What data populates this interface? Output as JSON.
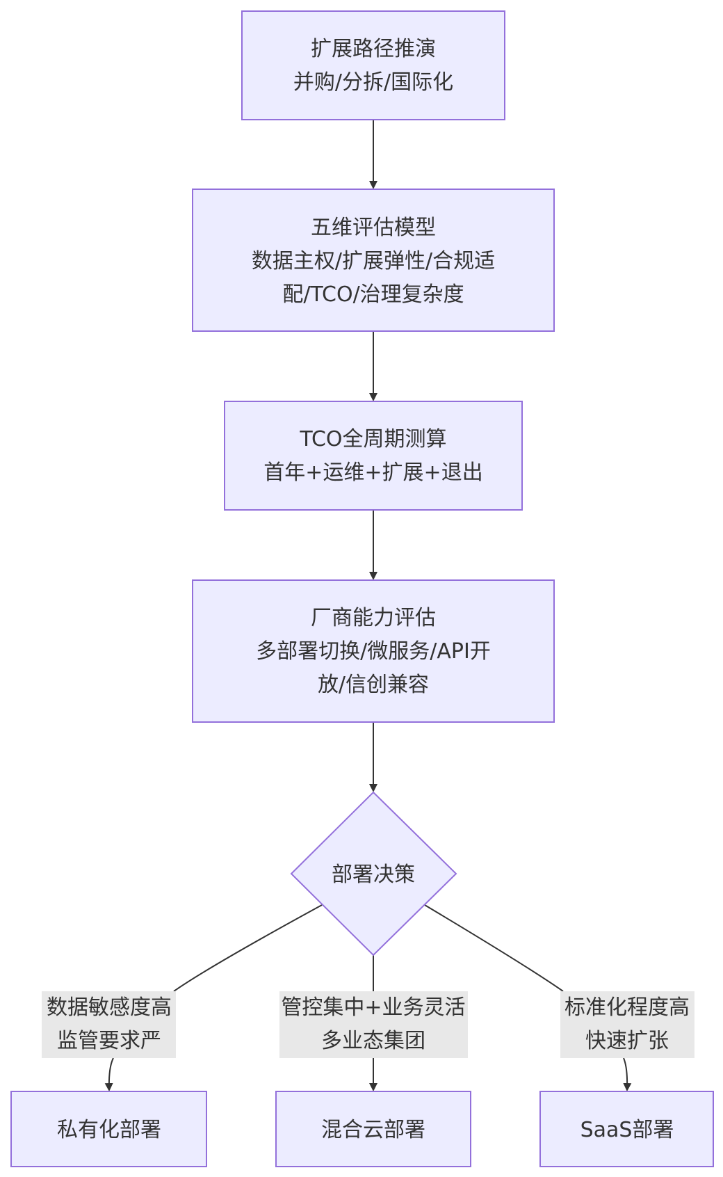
{
  "nodes": {
    "n1": [
      "扩展路径推演",
      "并购/分拆/国际化"
    ],
    "n2": [
      "五维评估模型",
      "数据主权/扩展弹性/合规适",
      "配/TCO/治理复杂度"
    ],
    "n3": [
      "TCO全周期测算",
      "首年+运维+扩展+退出"
    ],
    "n4": [
      "厂商能力评估",
      "多部署切换/微服务/API开",
      "放/信创兼容"
    ],
    "n5": [
      "部署决策"
    ],
    "n6": [
      "私有化部署"
    ],
    "n7": [
      "混合云部署"
    ],
    "n8": [
      "SaaS部署"
    ]
  },
  "edge_labels": {
    "e57": [
      "数据敏感度高",
      "监管要求严"
    ],
    "e56": [
      "管控集中+业务灵活",
      "多业态集团"
    ],
    "e58": [
      "标准化程度高",
      "快速扩张"
    ]
  },
  "colors": {
    "node_fill": "#ececff",
    "node_stroke": "#9370db",
    "edge": "#333333",
    "label_bg": "#e8e8e8",
    "text": "#333333"
  }
}
